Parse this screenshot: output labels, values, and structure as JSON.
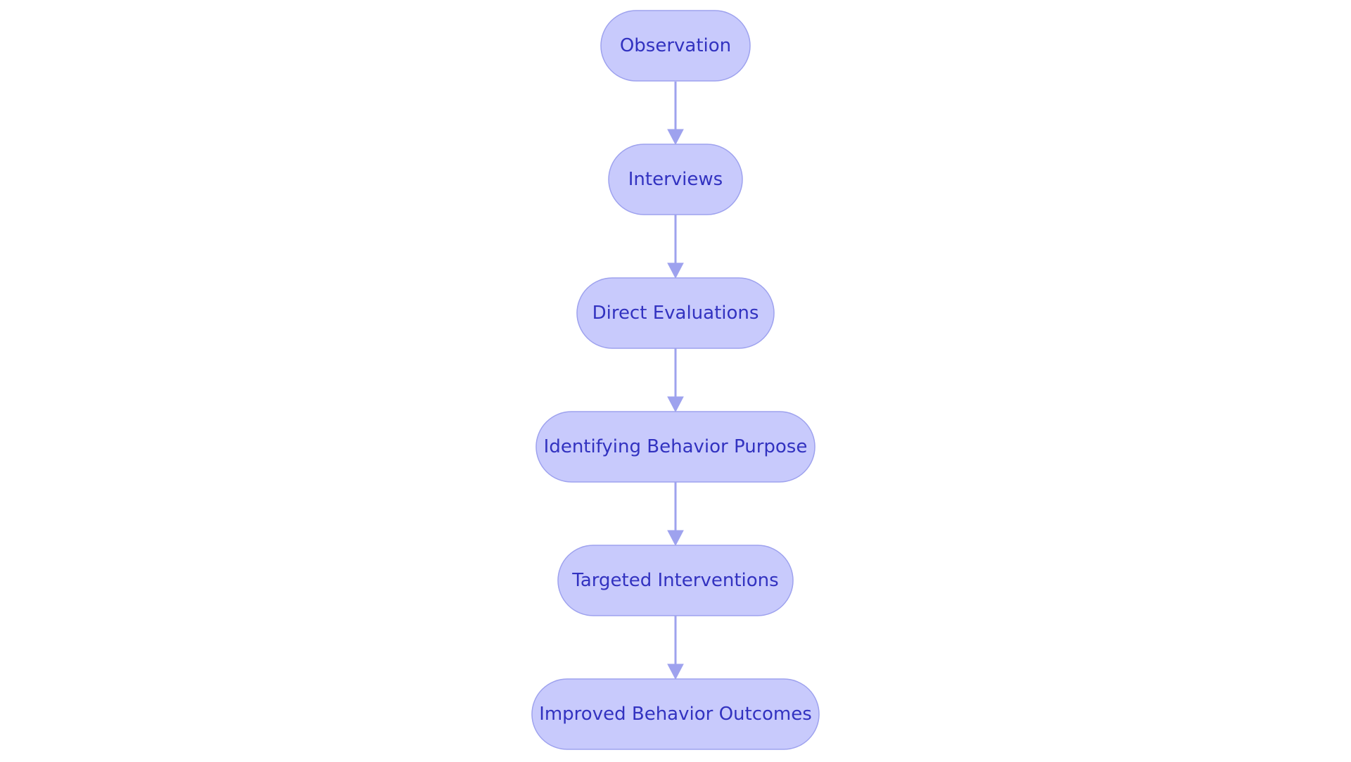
{
  "diagram": {
    "nodes": [
      {
        "id": "n1",
        "label": "Observation"
      },
      {
        "id": "n2",
        "label": "Interviews"
      },
      {
        "id": "n3",
        "label": "Direct Evaluations"
      },
      {
        "id": "n4",
        "label": "Identifying Behavior Purpose"
      },
      {
        "id": "n5",
        "label": "Targeted Interventions"
      },
      {
        "id": "n6",
        "label": "Improved Behavior Outcomes"
      }
    ],
    "edges": [
      {
        "from": "n1",
        "to": "n2"
      },
      {
        "from": "n2",
        "to": "n3"
      },
      {
        "from": "n3",
        "to": "n4"
      },
      {
        "from": "n4",
        "to": "n5"
      },
      {
        "from": "n5",
        "to": "n6"
      }
    ],
    "colors": {
      "node_fill": "#c8cafc",
      "node_stroke": "#9ea2ee",
      "label_text": "#3232c0",
      "edge": "#9ea2ee",
      "background": "#ffffff"
    }
  }
}
